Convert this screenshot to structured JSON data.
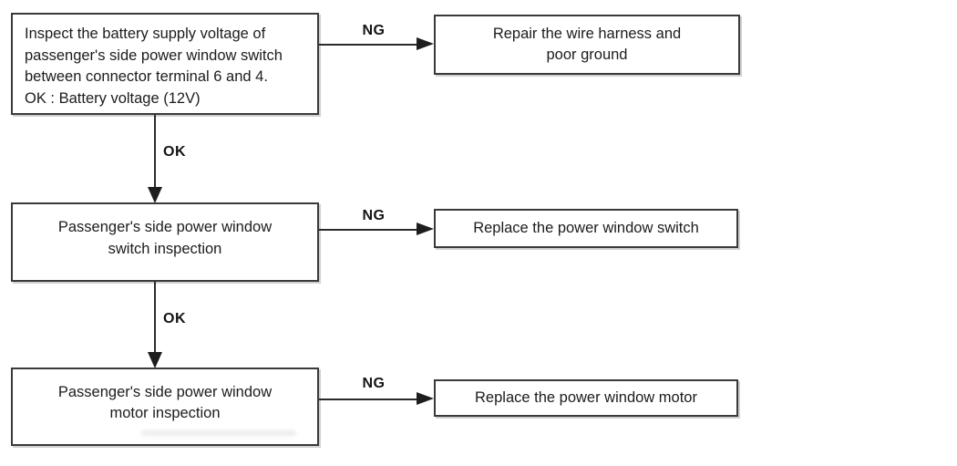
{
  "flowchart": {
    "labels": {
      "ng": "NG",
      "ok": "OK"
    },
    "steps": [
      {
        "text": "Inspect the battery supply voltage of\npassenger's side power window switch\nbetween connector terminal 6 and 4.\nOK : Battery voltage (12V)"
      },
      {
        "text": "Passenger's side power window\nswitch inspection"
      },
      {
        "text": "Passenger's side power window\nmotor inspection"
      }
    ],
    "ng_results": [
      {
        "text": "Repair the wire harness and\npoor ground"
      },
      {
        "text": "Replace the power window switch"
      },
      {
        "text": "Replace the power window motor"
      }
    ],
    "colors": {
      "line": "#2b2b2b",
      "box_border": "#3a3a3a",
      "text": "#1c1c1c",
      "background": "#ffffff"
    }
  }
}
